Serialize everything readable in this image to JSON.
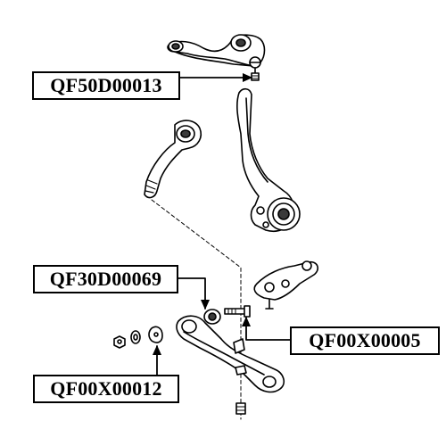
{
  "diagram": {
    "parts": [
      {
        "id": "QF50D00013",
        "label": "QF50D00013",
        "component": "upper-control-arm-ball-joint"
      },
      {
        "id": "QF30D00069",
        "label": "QF30D00069",
        "component": "lower-arm-bushing"
      },
      {
        "id": "QF00X00005",
        "label": "QF00X00005",
        "component": "lower-ball-joint-bolt"
      },
      {
        "id": "QF00X00012",
        "label": "QF00X00012",
        "component": "adjusting-cam-washer"
      }
    ],
    "colors": {
      "line": "#000000",
      "fill": "#ffffff",
      "shade": "#3a3a3a"
    }
  }
}
